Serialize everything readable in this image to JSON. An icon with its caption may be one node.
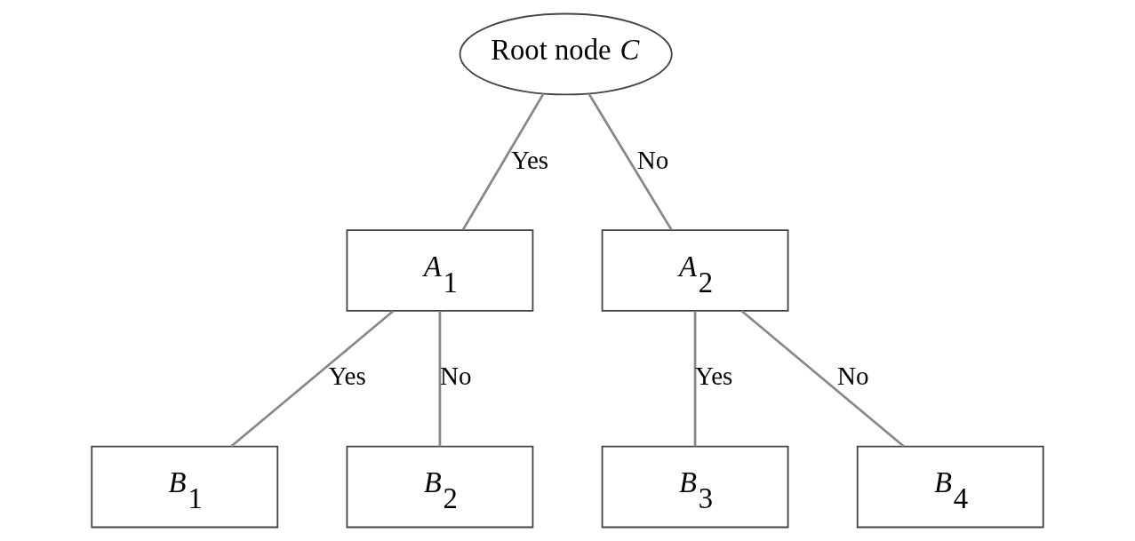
{
  "diagram": {
    "nodes": [
      {
        "text": [
          "Root node *C*"
        ]
      },
      {
        "text": [
          "*A*$_{1}$"
        ]
      },
      {
        "text": [
          "*A*$_{2}$"
        ]
      },
      {
        "text": [
          "*B*$_{1}$"
        ]
      },
      {
        "text": [
          "*B*$_{2}$"
        ]
      },
      {
        "text": [
          "*B*$_{3}$"
        ]
      },
      {
        "text": [
          "*B*$_{4}$"
        ]
      }
    ],
    "edges": [
      {
        "from": 0,
        "to": 1,
        "arrow": "none",
        "label": "Yes"
      },
      {
        "from": 0,
        "to": 2,
        "arrow": "none",
        "label": "No"
      },
      {
        "from": 1,
        "to": 3,
        "arrow": "none",
        "label": "Yes"
      },
      {
        "from": 1,
        "to": 4,
        "arrow": "none",
        "label": "No"
      },
      {
        "from": 2,
        "to": 5,
        "arrow": "none",
        "label": "Yes"
      },
      {
        "from": 2,
        "to": 6,
        "arrow": "none",
        "label": "No"
      }
    ]
  }
}
